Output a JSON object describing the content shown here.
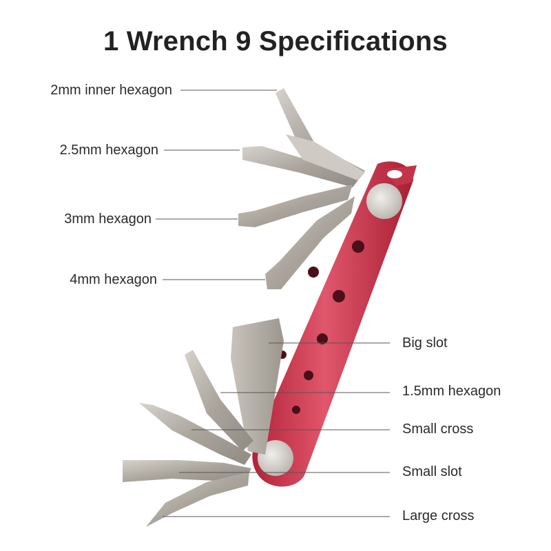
{
  "title": "1 Wrench 9 Specifications",
  "labels": {
    "hex_2mm": "2mm inner hexagon",
    "hex_2_5mm": "2.5mm hexagon",
    "hex_3mm": "3mm hexagon",
    "hex_4mm": "4mm hexagon",
    "big_slot": "Big slot",
    "hex_1_5mm": "1.5mm hexagon",
    "small_cross": "Small cross",
    "small_slot": "Small slot",
    "large_cross": "Large cross"
  },
  "colors": {
    "handle": "#d23a52",
    "steel": "#b9b4ad",
    "text": "#2a2a2a"
  }
}
